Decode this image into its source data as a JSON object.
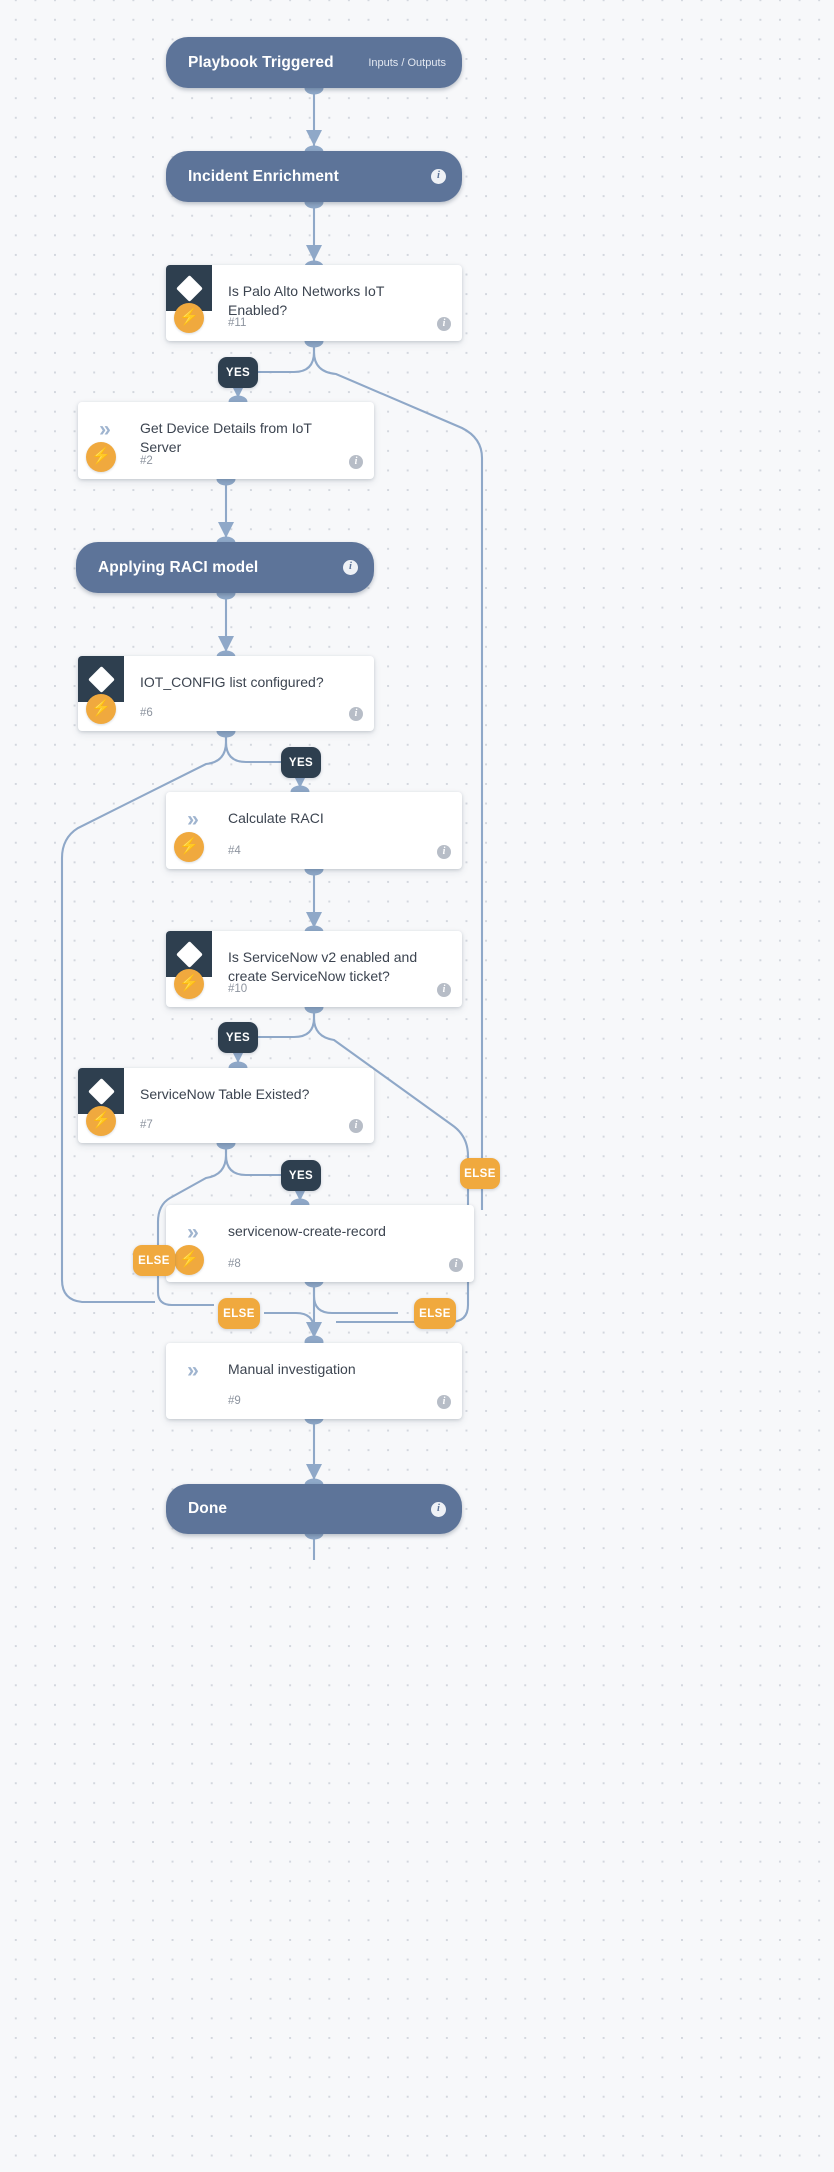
{
  "canvas": {
    "title": "Playbook Flow",
    "background": "#f7f8fa",
    "grid": "dotted",
    "accent_pill": "#5d7499",
    "accent_conditional": "#2e3f4f",
    "accent_orange": "#f0a93e",
    "accent_edge": "#8fa8c8"
  },
  "nodes": {
    "start": {
      "label": "Playbook Triggered",
      "io_label": "Inputs / Outputs",
      "type": "start-pill"
    },
    "enrichment": {
      "label": "Incident Enrichment",
      "type": "section-pill",
      "info": "i"
    },
    "cond_iot_enabled": {
      "label": "Is Palo Alto Networks IoT Enabled?",
      "number": "#11",
      "type": "conditional",
      "icon": "diamond-icon",
      "bolt": "lightning-icon",
      "info": "i"
    },
    "task_device_details": {
      "label": "Get Device Details from IoT Server",
      "number": "#2",
      "type": "task",
      "icon": "chevron-double-right-icon",
      "bolt": "lightning-icon",
      "info": "i"
    },
    "raci_section": {
      "label": "Applying RACI model",
      "type": "section-pill",
      "info": "i"
    },
    "cond_iot_config": {
      "label": "IOT_CONFIG list configured?",
      "number": "#6",
      "type": "conditional",
      "icon": "diamond-icon",
      "bolt": "lightning-icon",
      "info": "i"
    },
    "task_calculate_raci": {
      "label": "Calculate RACI",
      "number": "#4",
      "type": "task",
      "icon": "chevron-double-right-icon",
      "bolt": "lightning-icon",
      "info": "i"
    },
    "cond_servicenow_v2": {
      "label": "Is ServiceNow v2 enabled and create ServiceNow ticket?",
      "number": "#10",
      "type": "conditional",
      "icon": "diamond-icon",
      "bolt": "lightning-icon",
      "info": "i"
    },
    "cond_servicenow_table": {
      "label": "ServiceNow Table Existed?",
      "number": "#7",
      "type": "conditional",
      "icon": "diamond-icon",
      "bolt": "lightning-icon",
      "info": "i"
    },
    "task_create_record": {
      "label": "servicenow-create-record",
      "number": "#8",
      "type": "task",
      "icon": "chevron-double-right-icon",
      "bolt": "lightning-icon",
      "info": "i"
    },
    "task_manual": {
      "label": "Manual investigation",
      "number": "#9",
      "type": "task",
      "icon": "chevron-double-right-icon",
      "info": "i"
    },
    "done": {
      "label": "Done",
      "type": "end-pill",
      "info": "i"
    }
  },
  "badges": {
    "yes_iot_enabled": "YES",
    "yes_iot_config": "YES",
    "yes_servicenow_v2": "YES",
    "yes_servicenow_table": "YES",
    "else_iot_enabled": "ELSE",
    "else_iot_config": "ELSE",
    "else_servicenow_v2": "ELSE",
    "else_servicenow_table": "ELSE"
  },
  "icons": {
    "diamond": "◆",
    "chevron_double": "»",
    "bolt": "⚡",
    "info": "i"
  }
}
